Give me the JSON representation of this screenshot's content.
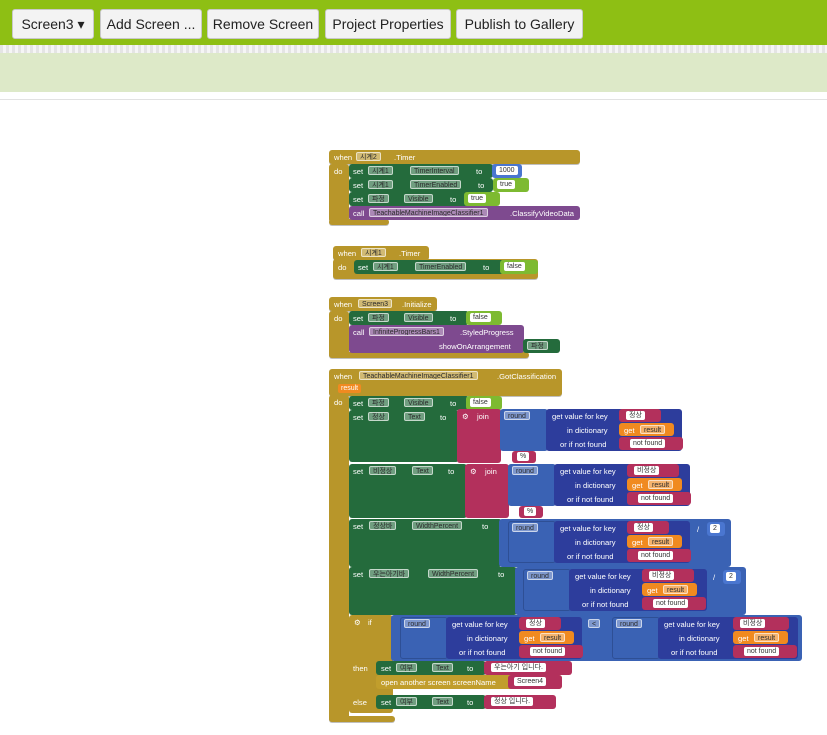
{
  "toolbar": {
    "screen_select": "Screen3",
    "add_screen": "Add Screen ...",
    "remove_screen": "Remove Screen",
    "project_properties": "Project Properties",
    "publish": "Publish to Gallery"
  },
  "w": {
    "when": "when",
    "do": "do",
    "set": "set",
    "to": "to",
    "call": "call",
    "dot": ".",
    "join": "join",
    "round": "round",
    "getvalue": "get value for key",
    "indict": "in dictionary",
    "ifnot": "or if not found",
    "get": "get",
    "if": "if",
    "then": "then",
    "else": "else",
    "lt": "<",
    "div": "/",
    "result": "result",
    "notfound": "not found",
    "tru": "true",
    "fls": "false",
    "pct": "%",
    "two": "2"
  },
  "b1": {
    "component": "시계2",
    "event": ".Timer",
    "r1c": "시계1",
    "r1p": "TimerInterval",
    "r1v": "1000",
    "r2c": "시계1",
    "r2p": "TimerEnabled",
    "r2v": "true",
    "r3c": "파정",
    "r3p": "Visible",
    "r3v": "true",
    "r4c": "TeachableMachineImageClassifier1",
    "r4m": ".ClassifyVideoData"
  },
  "b2": {
    "component": "시계1",
    "event": ".Timer",
    "r1c": "시계1",
    "r1p": "TimerEnabled",
    "r1v": "false"
  },
  "b3": {
    "component": "Screen3",
    "event": ".Initialize",
    "r1c": "파정",
    "r1p": "Visible",
    "r1v": "false",
    "r2c": "InfiniteProgressBars1",
    "r2m": ".StyledProgress",
    "r2arg": "showOnArrangement",
    "r2argv": "파정"
  },
  "b4": {
    "component": "TeachableMachineImageClassifier1",
    "event": ".GotClassification",
    "param": "result",
    "s1c": "파정",
    "s1p": "Visible",
    "s1v": "false",
    "s2c": "정상",
    "s2p": "Text",
    "s2k": "정상",
    "s3c": "비정상",
    "s3p": "Text",
    "s3k": "비정상",
    "s4c": "정상바",
    "s4p": "WidthPercent",
    "s4k": "정상",
    "s5c": "우는아기바",
    "s5p": "WidthPercent",
    "s5k": "비정상",
    "ifk1": "정상",
    "ifk2": "비정상",
    "t1c": "여부",
    "t1p": "Text",
    "t1v": "우는아기 입니다.",
    "t2": "open another screen  screenName",
    "t2v": "Screen4",
    "e1c": "여부",
    "e1p": "Text",
    "e1v": "정상 입니다."
  }
}
